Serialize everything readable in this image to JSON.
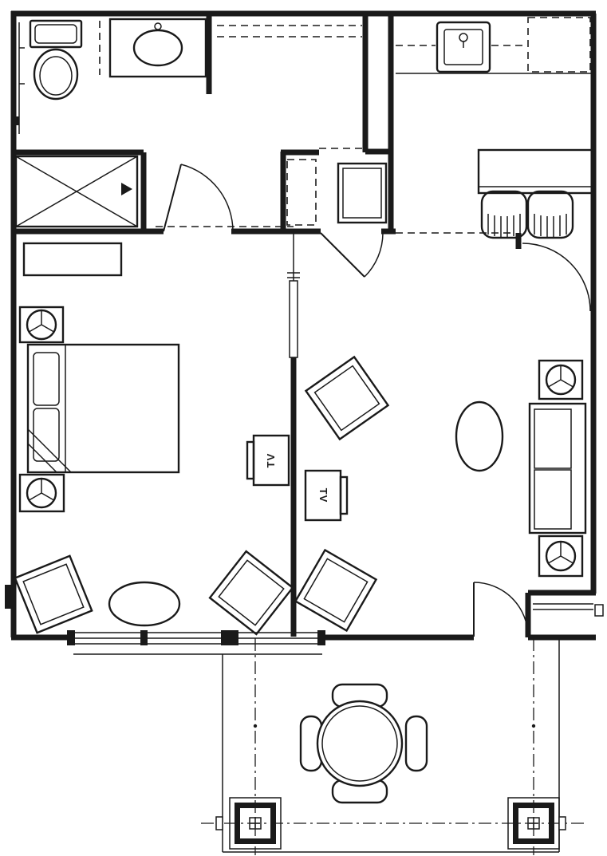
{
  "meta": {
    "drawing_type": "architectural floor plan (hotel suite with patio)",
    "background_color": "#ffffff",
    "ink_color": "#1a1a1a"
  },
  "labels": {
    "tv_bedroom": "TV",
    "tv_living": "TV"
  },
  "rooms": [
    {
      "name": "bathroom",
      "fixtures": [
        "toilet",
        "vanity-sink",
        "shower-with-x",
        "swing-door"
      ]
    },
    {
      "name": "closet-entry",
      "fixtures": [
        "dashed-closet",
        "luggage-shelf",
        "entry-door-swing"
      ]
    },
    {
      "name": "kitchen",
      "fixtures": [
        "sink",
        "upper-cabinets-dashed",
        "bar-counter",
        "stool",
        "stool",
        "opening-arc"
      ]
    },
    {
      "name": "bedroom",
      "fixtures": [
        "dresser-console",
        "nightstand-lamp",
        "nightstand-lamp",
        "bed-with-pillows",
        "armchair",
        "ottoman",
        "armchair",
        "tv-cabinet"
      ]
    },
    {
      "name": "living-room",
      "fixtures": [
        "tv-cabinet",
        "armchair",
        "armchair",
        "oval-coffee-table",
        "sofa",
        "lamp-table",
        "lamp-table",
        "patio-door-swing"
      ]
    },
    {
      "name": "patio",
      "fixtures": [
        "round-dining-table",
        "chair",
        "chair",
        "chair",
        "chair",
        "column",
        "column",
        "center-lines"
      ]
    }
  ]
}
